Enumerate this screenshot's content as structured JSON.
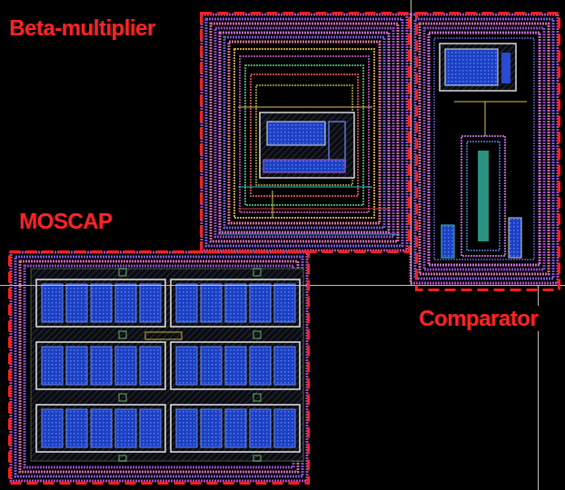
{
  "diagram": {
    "nodes": [
      {
        "text": [
          "Beta-multiplier"
        ]
      },
      {
        "text": [
          "MOSCAP"
        ]
      },
      {
        "text": [
          "Comparator"
        ]
      }
    ]
  }
}
